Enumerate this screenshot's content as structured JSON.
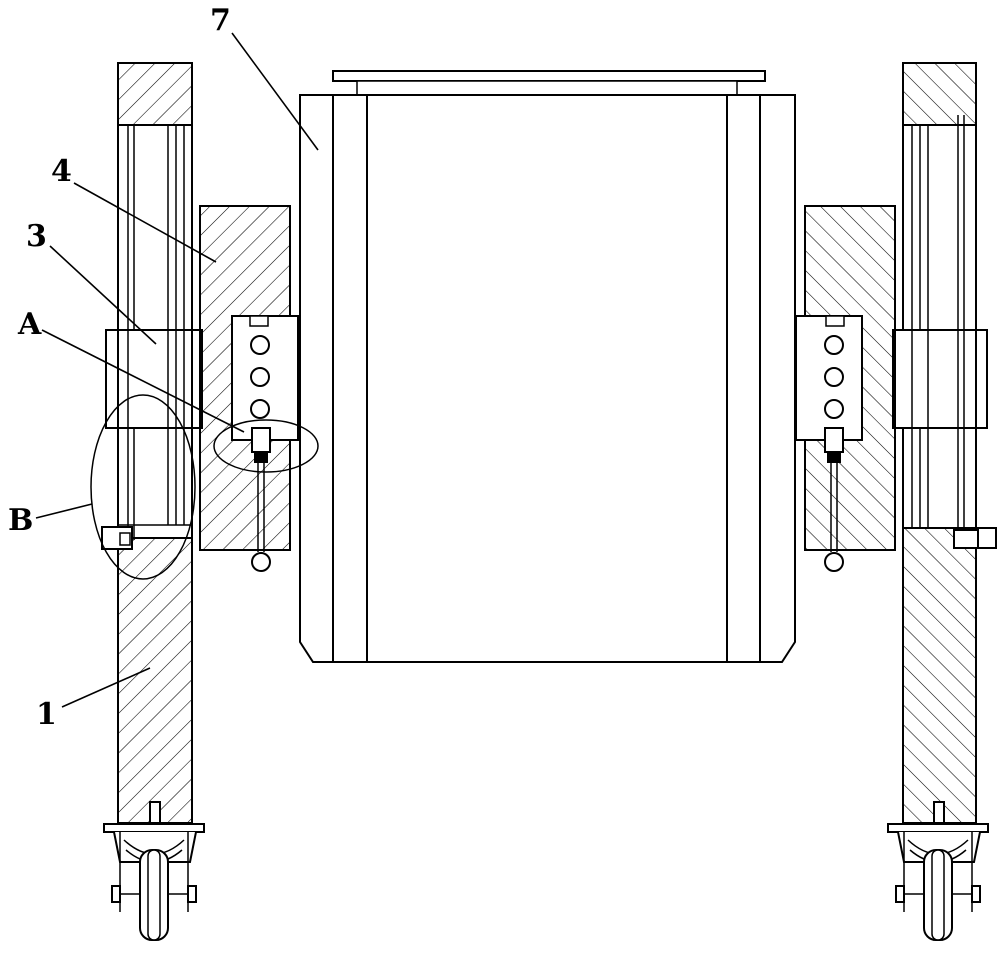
{
  "diagram": {
    "labels": {
      "part_1": "1",
      "part_3": "3",
      "part_4": "4",
      "part_7": "7",
      "detail_a": "A",
      "detail_b": "B"
    },
    "colors": {
      "line": "#000000",
      "background": "#ffffff"
    }
  }
}
